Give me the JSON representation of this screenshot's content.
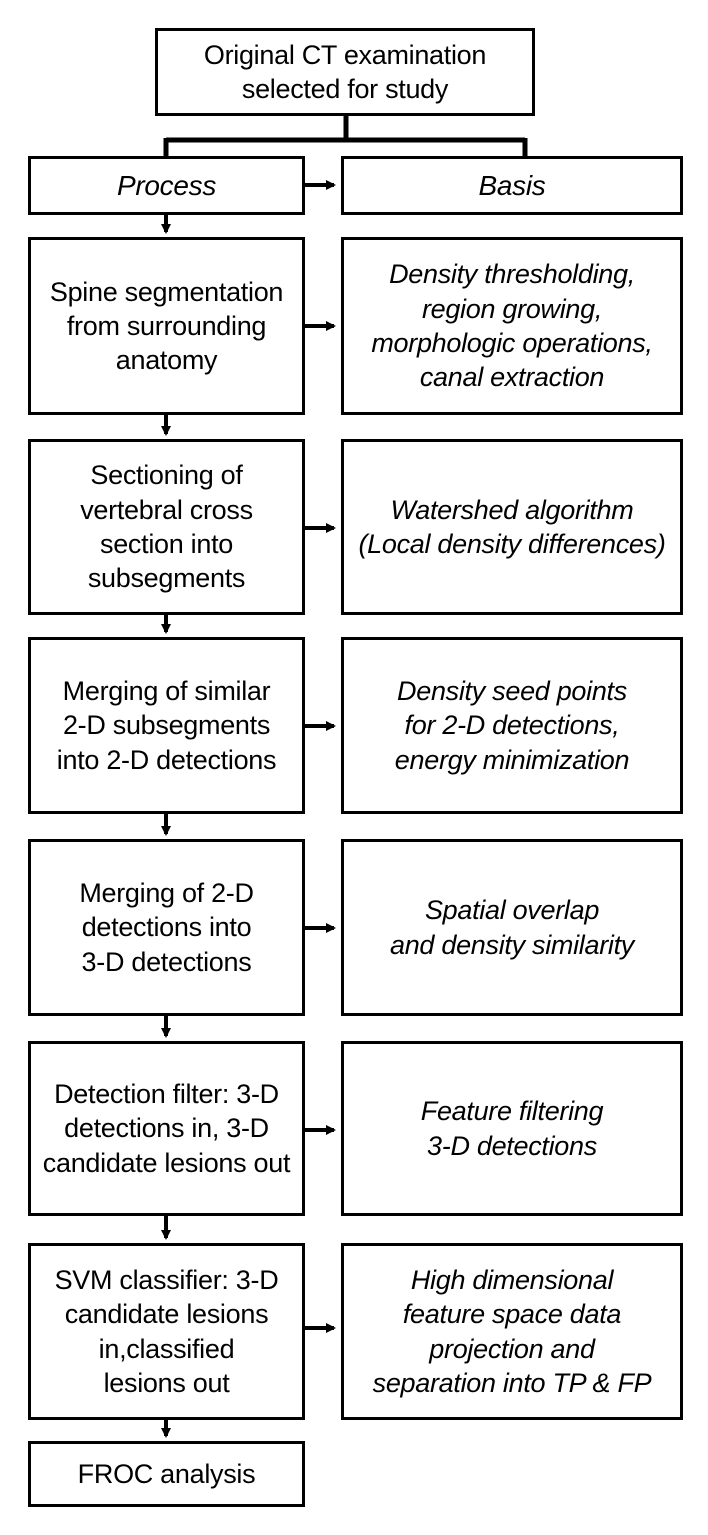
{
  "start": {
    "lines": [
      "Original CT examination",
      "selected for study"
    ]
  },
  "headers": {
    "process": "Process",
    "basis": "Basis"
  },
  "steps": [
    {
      "process": [
        "Spine segmentation",
        "from surrounding",
        "anatomy"
      ],
      "basis": [
        "Density thresholding,",
        "region growing,",
        "morphologic operations,",
        "canal extraction"
      ]
    },
    {
      "process": [
        "Sectioning of",
        "vertebral cross",
        "section into",
        "subsegments"
      ],
      "basis": [
        "Watershed algorithm",
        "(Local density differences)"
      ]
    },
    {
      "process": [
        "Merging of  similar",
        "2-D subsegments",
        "into 2-D detections"
      ],
      "basis": [
        "Density seed points",
        "for 2-D detections,",
        "energy minimization"
      ]
    },
    {
      "process": [
        "Merging of 2-D",
        "detections into",
        "3-D detections"
      ],
      "basis": [
        "Spatial overlap",
        "and density similarity"
      ]
    },
    {
      "process": [
        "Detection filter: 3-D",
        "detections in, 3-D",
        "candidate lesions out"
      ],
      "basis": [
        "Feature filtering",
        "3-D detections"
      ]
    },
    {
      "process": [
        "SVM classifier: 3-D",
        "candidate lesions",
        "in,classified",
        "lesions out"
      ],
      "basis": [
        "High dimensional",
        "feature space data",
        "projection and",
        "separation into TP & FP"
      ]
    }
  ],
  "end": {
    "label": "FROC analysis"
  }
}
